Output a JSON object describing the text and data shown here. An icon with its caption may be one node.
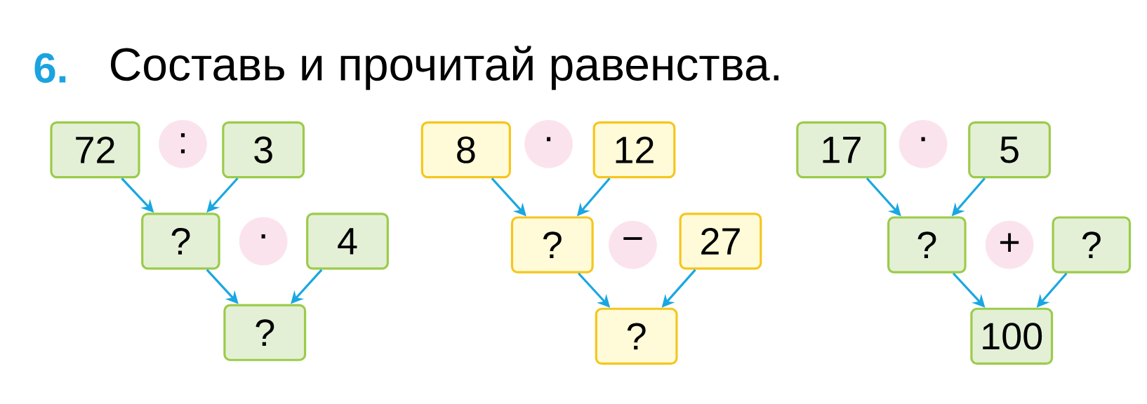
{
  "diagram": {
    "title": "Составь и прочитай равенства.",
    "nodes": [
      {
        "text": [
          "72"
        ]
      },
      {
        "text": [
          ":"
        ]
      },
      {
        "text": [
          "3"
        ]
      },
      {
        "text": [
          "?"
        ]
      },
      {
        "text": [
          "·"
        ]
      },
      {
        "text": [
          "4"
        ]
      },
      {
        "text": [
          "?"
        ]
      },
      {
        "text": [
          "8"
        ]
      },
      {
        "text": [
          "·"
        ]
      },
      {
        "text": [
          "12"
        ]
      },
      {
        "text": [
          "?"
        ]
      },
      {
        "text": [
          "−"
        ]
      },
      {
        "text": [
          "27"
        ]
      },
      {
        "text": [
          "?"
        ]
      },
      {
        "text": [
          "17"
        ]
      },
      {
        "text": [
          "·"
        ]
      },
      {
        "text": [
          "5"
        ]
      },
      {
        "text": [
          "?"
        ]
      },
      {
        "text": [
          "+"
        ]
      },
      {
        "text": [
          "?"
        ]
      },
      {
        "text": [
          "100"
        ]
      }
    ],
    "edges": [
      {
        "from": 0,
        "to": 3,
        "arrow": "to"
      },
      {
        "from": 2,
        "to": 3,
        "arrow": "to"
      },
      {
        "from": 3,
        "to": 6,
        "arrow": "to"
      },
      {
        "from": 5,
        "to": 6,
        "arrow": "to"
      },
      {
        "from": 7,
        "to": 10,
        "arrow": "to"
      },
      {
        "from": 9,
        "to": 10,
        "arrow": "to"
      },
      {
        "from": 10,
        "to": 13,
        "arrow": "to"
      },
      {
        "from": 12,
        "to": 13,
        "arrow": "to"
      },
      {
        "from": 14,
        "to": 17,
        "arrow": "to"
      },
      {
        "from": 16,
        "to": 17,
        "arrow": "to"
      },
      {
        "from": 17,
        "to": 20,
        "arrow": "to"
      },
      {
        "from": 19,
        "to": 20,
        "arrow": "to"
      }
    ],
    "labels": [
      "6."
    ]
  }
}
